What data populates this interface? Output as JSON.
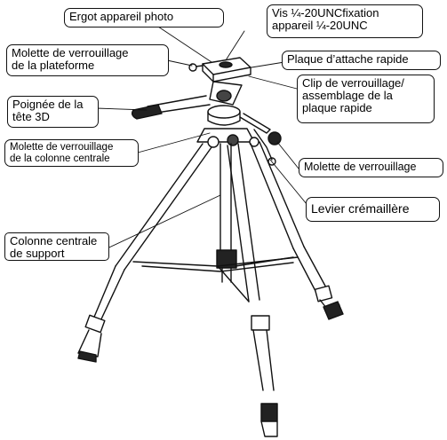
{
  "labels": {
    "ergot": "Ergot appareil photo",
    "vis": "Vis ¼-20UNCfixation\nappareil ¼-20UNC",
    "molette_plateforme": "Molette de verrouillage\nde la plateforme",
    "plaque": "Plaque d’attache rapide",
    "poignee": "Poignée de la\ntête 3D",
    "clip": "Clip de verrouillage/\nassemblage de la\nplaque rapide",
    "molette_colonne": "Molette de verrouillage\nde la colonne centrale",
    "molette": "Molette de verrouillage",
    "levier": "Levier crémaillère",
    "colonne": "Colonne centrale\nde support"
  }
}
